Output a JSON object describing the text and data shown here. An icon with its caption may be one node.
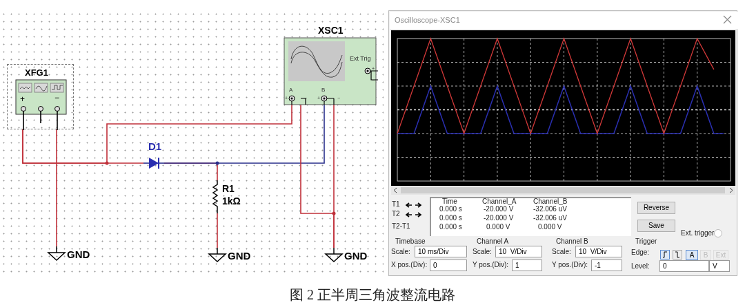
{
  "diagram": {
    "caption": "图 2 正半周三角波整流电路",
    "nodes": [
      {
        "text": [
          "XFG1",
          "+",
          "−"
        ]
      },
      {
        "text": [
          "D1"
        ]
      },
      {
        "text": [
          "R1",
          "1kΩ"
        ]
      },
      {
        "text": [
          "XSC1",
          "Ext Trig",
          "+",
          "−",
          "A",
          "+",
          "−",
          "B",
          "+",
          "−"
        ]
      },
      {
        "text": [
          "GND"
        ]
      },
      {
        "text": [
          "GND"
        ]
      },
      {
        "text": [
          "GND"
        ]
      },
      {
        "text": [
          "Oscilloscope-XSC1"
        ]
      }
    ],
    "edges": [
      {
        "from": 0,
        "to": 1,
        "arrow": "none"
      },
      {
        "from": 0,
        "to": 3,
        "arrow": "none"
      },
      {
        "from": 0,
        "to": 4,
        "arrow": "none"
      },
      {
        "from": 1,
        "to": 2,
        "arrow": "none"
      },
      {
        "from": 1,
        "to": 3,
        "arrow": "none",
        "color": "#2a2f8c"
      },
      {
        "from": 2,
        "to": 5,
        "arrow": "none"
      },
      {
        "from": 3,
        "to": 6,
        "arrow": "none"
      },
      {
        "from": 3,
        "to": 6,
        "arrow": "none"
      }
    ],
    "labels": [
      "T1",
      "T2",
      "T2-T1",
      "Time",
      "Channel_A",
      "Channel_B",
      "0.000 s",
      "-20.000 V",
      "-32.006 uV",
      "0.000 s",
      "-20.000 V",
      "-32.006 uV",
      "0.000 s",
      "0.000 V",
      "0.000 V",
      "Reverse",
      "Save",
      "Ext. trigger",
      "Timebase",
      "Scale:",
      "10 ms/Div",
      "X pos.(Div):",
      "0",
      "Channel A",
      "Scale:",
      "10  V/Div",
      "Y pos.(Div):",
      "1",
      "Channel B",
      "Scale:",
      "10  V/Div",
      "Y pos.(Div):",
      "-1",
      "Trigger",
      "Edge:",
      "A",
      "B",
      "Ext",
      "Level:",
      "0",
      "V"
    ]
  }
}
